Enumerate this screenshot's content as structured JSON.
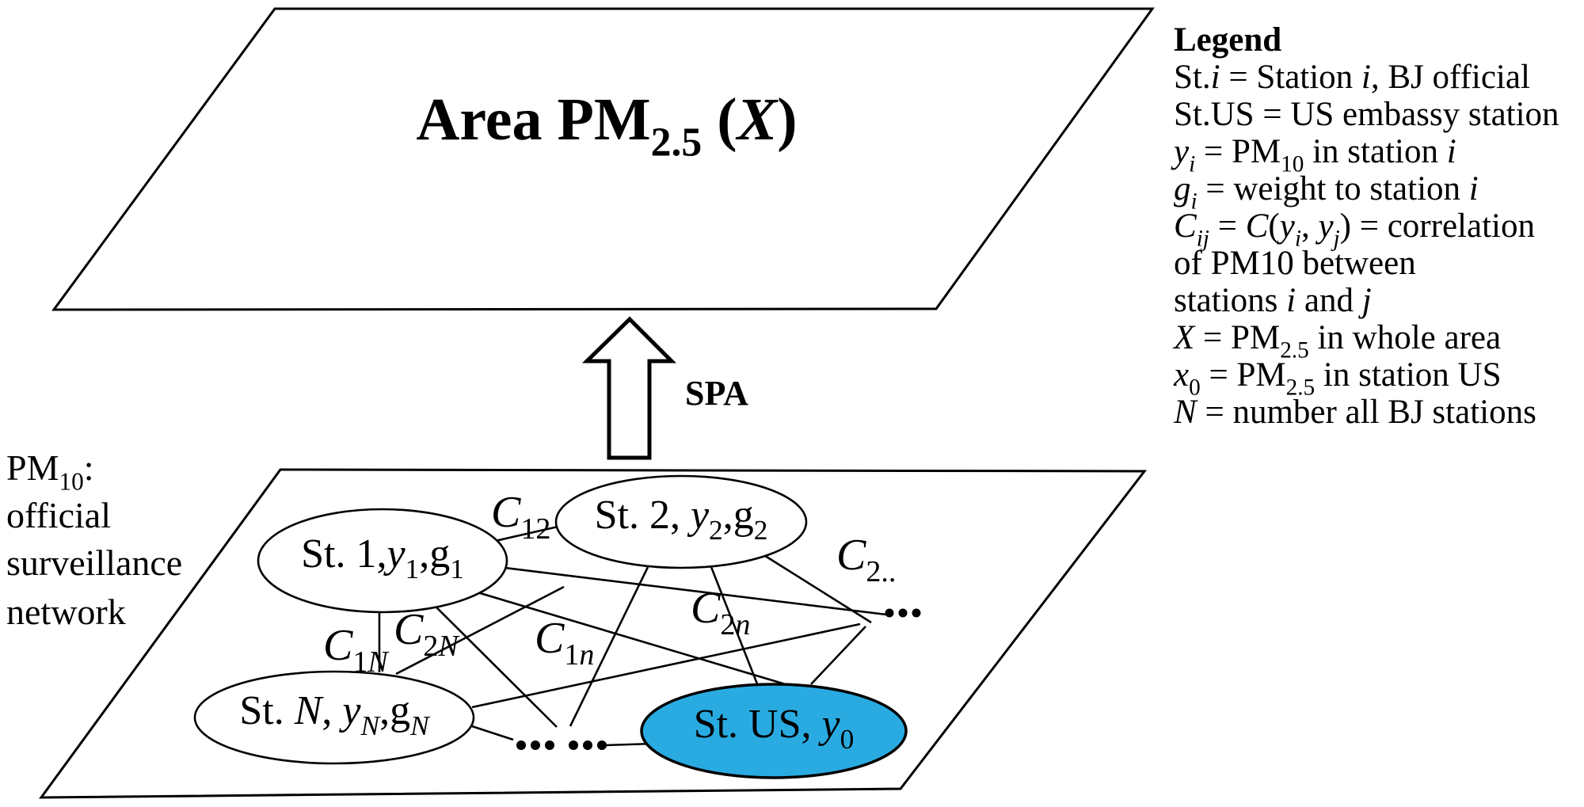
{
  "diagram": {
    "title": [
      {
        "t": "Area PM"
      },
      {
        "t": "2.5",
        "s": 1
      },
      {
        "t": " ("
      },
      {
        "t": "X",
        "i": 1
      },
      {
        "t": ")"
      }
    ],
    "spa_label": "SPA",
    "network_label": {
      "line1": [
        {
          "t": "PM"
        },
        {
          "t": "10",
          "s": 1
        },
        {
          "t": ":"
        }
      ],
      "line2": [
        {
          "t": "official"
        }
      ],
      "line3": [
        {
          "t": "surveillance"
        }
      ],
      "line4": [
        {
          "t": "network"
        }
      ]
    },
    "legend": {
      "lines": [
        [
          {
            "t": "Legend",
            "b": 1
          }
        ],
        [
          {
            "t": "St."
          },
          {
            "t": "i",
            "i": 1
          },
          {
            "t": " = Station "
          },
          {
            "t": "i",
            "i": 1
          },
          {
            "t": ", BJ official"
          }
        ],
        [
          {
            "t": "St.US = US embassy station"
          }
        ],
        [
          {
            "t": "y",
            "i": 1
          },
          {
            "t": "i",
            "s": 1,
            "i": 1
          },
          {
            "t": " = PM"
          },
          {
            "t": "10",
            "s": 1
          },
          {
            "t": " in station "
          },
          {
            "t": "i",
            "i": 1
          }
        ],
        [
          {
            "t": "g",
            "i": 1
          },
          {
            "t": "i",
            "s": 1,
            "i": 1
          },
          {
            "t": " = weight to station "
          },
          {
            "t": "i",
            "i": 1
          }
        ],
        [
          {
            "t": "C",
            "i": 1
          },
          {
            "t": "ij",
            "s": 1,
            "i": 1
          },
          {
            "t": " = "
          },
          {
            "t": "C",
            "i": 1
          },
          {
            "t": "("
          },
          {
            "t": "y",
            "i": 1
          },
          {
            "t": "i",
            "s": 1,
            "i": 1
          },
          {
            "t": ", "
          },
          {
            "t": "y",
            "i": 1
          },
          {
            "t": "j",
            "s": 1,
            "i": 1
          },
          {
            "t": ") = correlation"
          }
        ],
        [
          {
            "t": "of PM10 between"
          }
        ],
        [
          {
            "t": "stations "
          },
          {
            "t": "i",
            "i": 1
          },
          {
            "t": " and "
          },
          {
            "t": "j",
            "i": 1
          }
        ],
        [
          {
            "t": "X",
            "i": 1
          },
          {
            "t": " = PM"
          },
          {
            "t": "2.5",
            "s": 1
          },
          {
            "t": " in whole area"
          }
        ],
        [
          {
            "t": "x",
            "i": 1
          },
          {
            "t": "0",
            "s": 1
          },
          {
            "t": " = PM"
          },
          {
            "t": "2.5",
            "s": 1
          },
          {
            "t": " in station US"
          }
        ],
        [
          {
            "t": "N",
            "i": 1
          },
          {
            "t": " = number all BJ stations"
          }
        ]
      ]
    },
    "stations": {
      "st1": [
        {
          "t": "St. 1,"
        },
        {
          "t": "y",
          "i": 1
        },
        {
          "t": "1",
          "s": 1
        },
        {
          "t": ",g"
        },
        {
          "t": "1",
          "s": 1
        }
      ],
      "st2": [
        {
          "t": "St. 2, "
        },
        {
          "t": "y",
          "i": 1
        },
        {
          "t": "2",
          "s": 1
        },
        {
          "t": ",g"
        },
        {
          "t": "2",
          "s": 1
        }
      ],
      "stN": [
        {
          "t": "St. "
        },
        {
          "t": "N",
          "i": 1
        },
        {
          "t": ", "
        },
        {
          "t": "y",
          "i": 1
        },
        {
          "t": "N",
          "s": 1,
          "i": 1
        },
        {
          "t": ",g"
        },
        {
          "t": "N",
          "s": 1,
          "i": 1
        }
      ],
      "stUS": [
        {
          "t": "St. US, "
        },
        {
          "t": "y",
          "i": 1
        },
        {
          "t": "0",
          "s": 1
        }
      ]
    },
    "correlations": {
      "c12": [
        {
          "t": "C",
          "i": 1
        },
        {
          "t": "12",
          "s": 1
        }
      ],
      "c1N": [
        {
          "t": "C",
          "i": 1
        },
        {
          "t": "1",
          "s": 1
        },
        {
          "t": "N",
          "s": 1,
          "i": 1
        }
      ],
      "c2N": [
        {
          "t": "C",
          "i": 1
        },
        {
          "t": "2",
          "s": 1
        },
        {
          "t": "N",
          "s": 1,
          "i": 1
        }
      ],
      "c1n": [
        {
          "t": "C",
          "i": 1
        },
        {
          "t": "1",
          "s": 1
        },
        {
          "t": "n",
          "s": 1,
          "i": 1
        }
      ],
      "c2n": [
        {
          "t": "C",
          "i": 1
        },
        {
          "t": "2",
          "s": 1
        },
        {
          "t": "n",
          "s": 1,
          "i": 1
        }
      ],
      "c2dots": [
        {
          "t": "C",
          "i": 1
        },
        {
          "t": "2..",
          "s": 1
        }
      ]
    },
    "semantics": {
      "upper_plane": "Area PM2.5 (X)",
      "lower_plane": "PM10 official surveillance network",
      "process_arrow": "SPA",
      "edges": [
        "St.1-St.2 (C12)",
        "St.1-St.N (C1N)",
        "St.2-St.N (C2N)",
        "St.1-... (C1n)",
        "St.2-St.US (C2n)",
        "St.2-... (C2..)",
        "St.1-...",
        "St.N-...",
        "...-St.US"
      ]
    },
    "colors": {
      "us_station_fill": "#29ABE2",
      "stroke": "#000000",
      "background": "#FFFFFF"
    }
  }
}
